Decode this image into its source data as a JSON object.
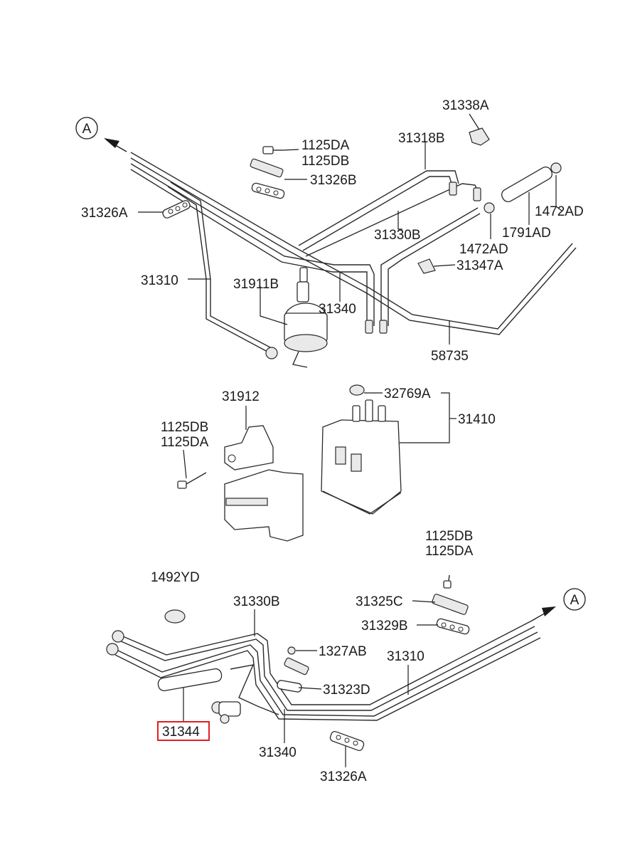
{
  "diagram": {
    "highlight_color": "#e02020",
    "labels": {
      "p31338A": "31338A",
      "p31318B": "31318B",
      "p1125DA_top": "1125DA",
      "p1125DB_top": "1125DB",
      "p31326B": "31326B",
      "p31326A_top": "31326A",
      "p1472AD_a": "1472AD",
      "p31330B_top": "31330B",
      "p1791AD": "1791AD",
      "p1472AD_b": "1472AD",
      "p31347A": "31347A",
      "p31310_top": "31310",
      "p31911B": "31911B",
      "p31340_top": "31340",
      "p58735": "58735",
      "p31912": "31912",
      "p32769A": "32769A",
      "p31410": "31410",
      "p1125DB_mid": "1125DB",
      "p1125DA_mid": "1125DA",
      "p1125DB_low": "1125DB",
      "p1125DA_low": "1125DA",
      "p1492YD": "1492YD",
      "p31330B_low": "31330B",
      "p31325C": "31325C",
      "p31329B": "31329B",
      "p1327AB": "1327AB",
      "p31310_low": "31310",
      "p31323D": "31323D",
      "p31344": "31344",
      "p31340_low": "31340",
      "p31326A_low": "31326A"
    },
    "refs": {
      "top": "A",
      "bottom": "A"
    }
  }
}
